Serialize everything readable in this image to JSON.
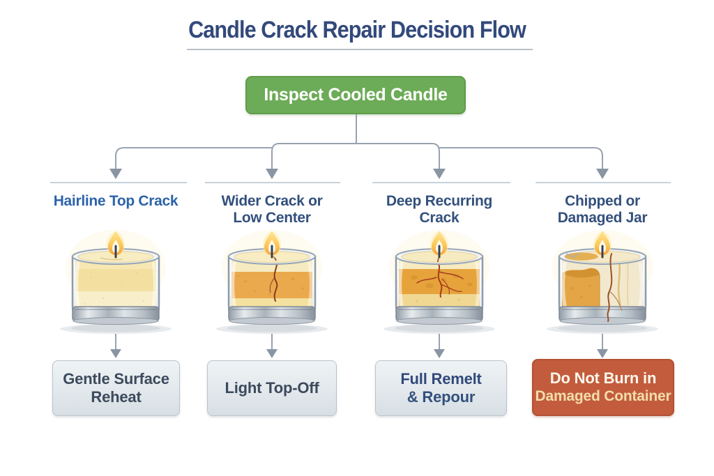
{
  "title": "Candle Crack Repair Decision Flow",
  "root": {
    "label": "Inspect Cooled Candle"
  },
  "colors": {
    "title_navy": "#32497b",
    "header_navy": "#33507c",
    "header_accent_blue": "#2c63a9",
    "root_green": "#6cab57",
    "root_green_border": "#5e9c49",
    "connector_gray": "#98a2b0",
    "arrowhead_gray": "#8a95a4",
    "divider_gray": "#b7c0cb",
    "action_box_bg": "#e7edf0",
    "action_box_border": "#b9c4cd",
    "action_text": "#3c4a5c",
    "danger_bg": "#c35c3d",
    "danger_text_primary": "#fdf8ec",
    "danger_text_secondary": "#f1deab",
    "wax_cream": "#f3e0a1",
    "wax_amber": "#e6a33c",
    "crack_red": "#a63d1c",
    "flame_yellow": "#fcc95d"
  },
  "branches": [
    {
      "header": "Hairline Top Crack",
      "candle": "lit-candle-in-glass-jar-with-hairline-top-crack",
      "action": {
        "line1": "Gentle Surface",
        "line2": "Reheat"
      }
    },
    {
      "header": "Wider Crack or\nLow Center",
      "candle": "lit-candle-in-glass-jar-with-wider-crack-and-low-center",
      "action": {
        "line1": "Light Top-Off",
        "line2": ""
      }
    },
    {
      "header": "Deep Recurring\nCrack",
      "candle": "lit-candle-in-glass-jar-with-deep-recurring-crack",
      "action": {
        "line1": "Full Remelt",
        "line2": "& Repour"
      }
    },
    {
      "header": "Chipped or\nDamaged Jar",
      "candle": "lit-candle-in-chipped-damaged-glass-jar",
      "action": {
        "line1": "Do Not Burn in",
        "line2": "Damaged Container"
      }
    }
  ]
}
